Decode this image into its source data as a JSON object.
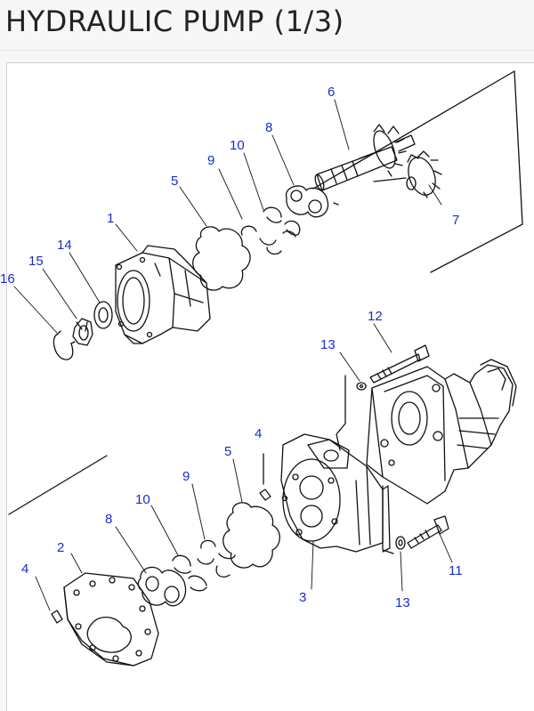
{
  "page": {
    "title": "HYDRAULIC PUMP (1/3)"
  },
  "diagram": {
    "callouts": [
      "1",
      "2",
      "3",
      "4",
      "4",
      "5",
      "5",
      "6",
      "7",
      "8",
      "8",
      "9",
      "9",
      "10",
      "10",
      "11",
      "12",
      "13",
      "13",
      "14",
      "15",
      "16"
    ]
  },
  "colors": {
    "callout": "#1a2bd0",
    "linework": "#111111",
    "frame_border": "#cfcfcf",
    "background": "#f7f7f7"
  }
}
